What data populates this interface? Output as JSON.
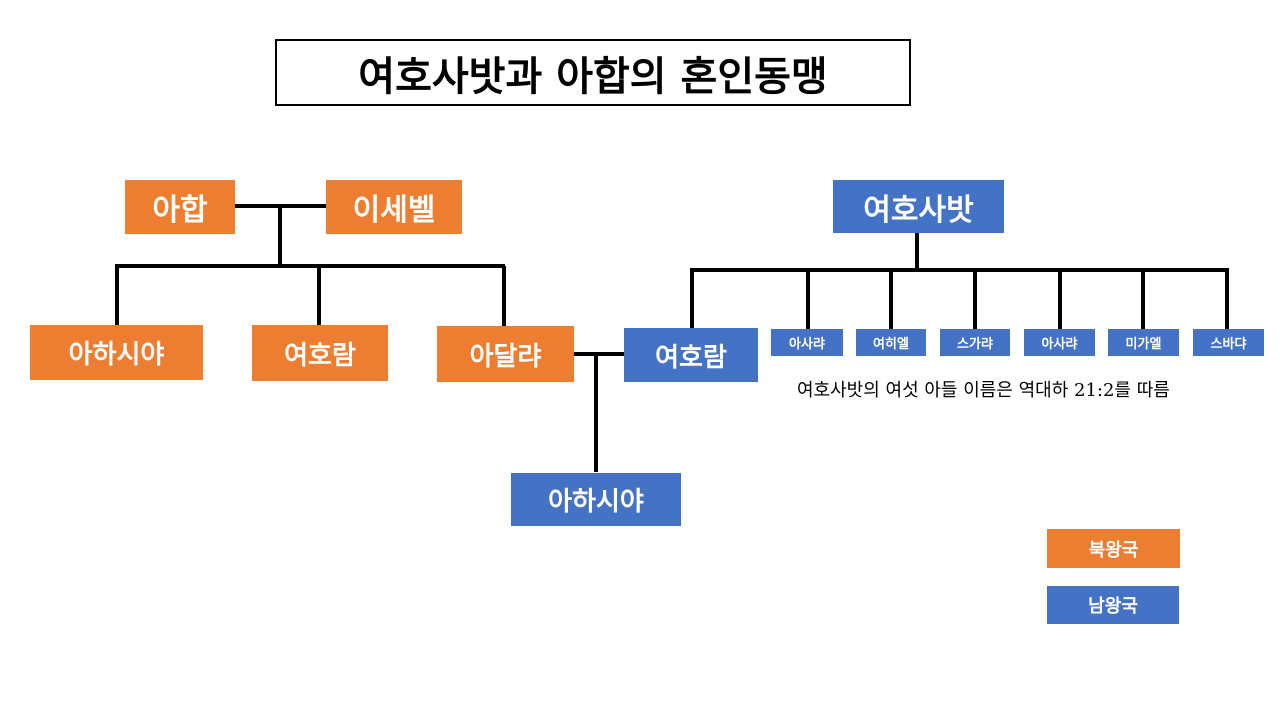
{
  "title": "여호사밧과 아합의 혼인동맹",
  "colors": {
    "north": "#ED7D31",
    "south": "#4472C4",
    "line": "#000000"
  },
  "north_family": {
    "father": "아합",
    "mother": "이세벨",
    "children": [
      "아하시야",
      "여호람",
      "아달랴"
    ]
  },
  "south_family": {
    "father": "여호사밧",
    "heir": "여호람",
    "other_sons": [
      "아사랴",
      "여히엘",
      "스가랴",
      "아사랴",
      "미가엘",
      "스바댜"
    ],
    "grandson": "아하시야"
  },
  "note": "여호사밧의 여섯 아들 이름은 역대하 21:2를 따름",
  "legend": {
    "north": "북왕국",
    "south": "남왕국"
  }
}
